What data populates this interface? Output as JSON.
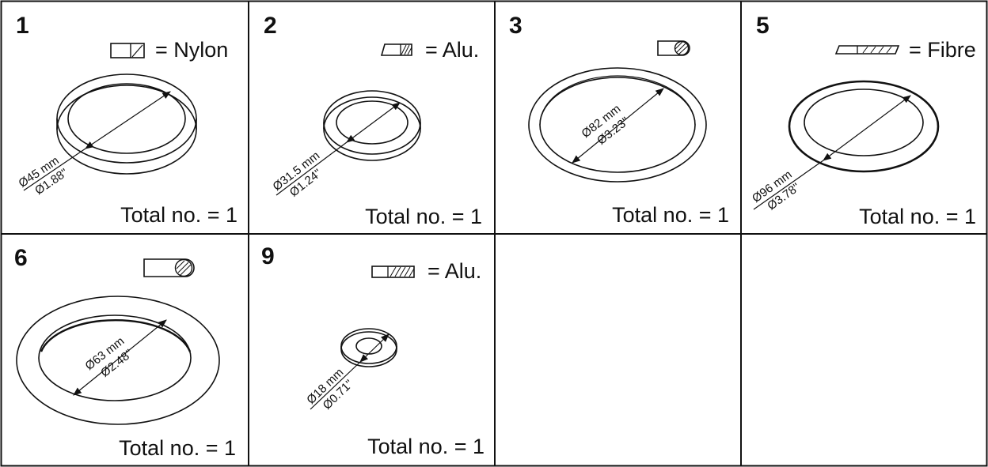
{
  "cells": [
    {
      "number": "1",
      "material": "= Nylon",
      "section": "plain",
      "dim_mm": "Ø45 mm",
      "dim_in": "Ø1.88\"",
      "total": "Total no. = 1"
    },
    {
      "number": "2",
      "material": "= Alu.",
      "section": "hatched",
      "dim_mm": "Ø31.5 mm",
      "dim_in": "Ø1.24\"",
      "total": "Total no. = 1"
    },
    {
      "number": "3",
      "material": "",
      "section": "round-hatched",
      "dim_mm": "Ø82 mm",
      "dim_in": "Ø3.23\"",
      "total": "Total no. = 1"
    },
    {
      "number": "5",
      "material": "= Fibre",
      "section": "hatched",
      "dim_mm": "Ø96 mm",
      "dim_in": "Ø3.78\"",
      "total": "Total no. = 1"
    },
    {
      "number": "6",
      "material": "",
      "section": "round-hatched",
      "dim_mm": "Ø63 mm",
      "dim_in": "Ø2.48\"",
      "total": "Total no. = 1"
    },
    {
      "number": "9",
      "material": "= Alu.",
      "section": "hatched",
      "dim_mm": "Ø18 mm",
      "dim_in": "Ø0.71\"",
      "total": "Total no. = 1"
    }
  ],
  "icons": {
    "section_plain": "plain-section-icon",
    "section_hatched": "hatched-section-icon",
    "section_round": "round-section-icon",
    "ring": "gasket-ring-icon"
  }
}
